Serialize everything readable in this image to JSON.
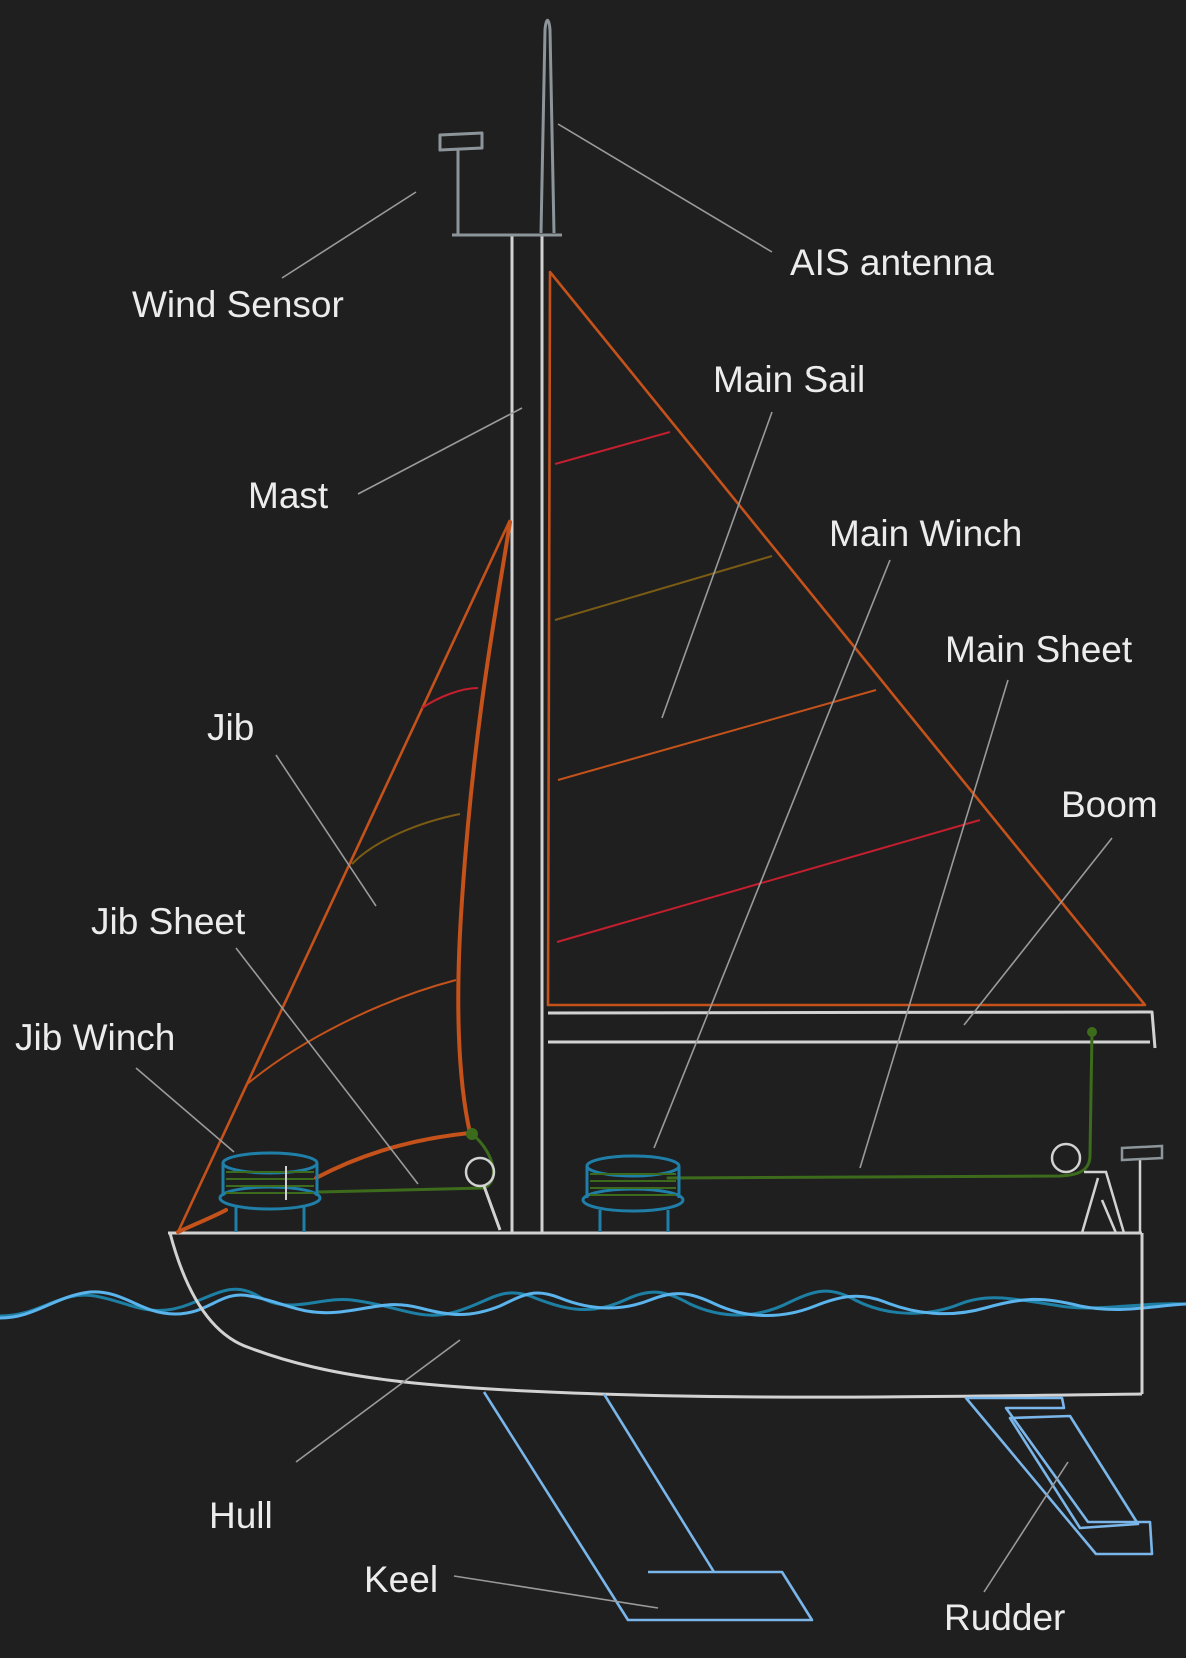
{
  "labels": {
    "ais_antenna": "AIS antenna",
    "wind_sensor": "Wind Sensor",
    "main_sail": "Main Sail",
    "mast": "Mast",
    "main_winch": "Main Winch",
    "main_sheet": "Main Sheet",
    "jib": "Jib",
    "boom": "Boom",
    "jib_sheet": "Jib Sheet",
    "jib_winch": "Jib Winch",
    "hull": "Hull",
    "keel": "Keel",
    "rudder": "Rudder"
  },
  "colors": {
    "background": "#1f1f1f",
    "hull": "#d2d2d2",
    "sails": "#c4521a",
    "lines": "#3d6b1c",
    "underwater": "#7ab6ea",
    "winches": "#1f7fa8"
  }
}
